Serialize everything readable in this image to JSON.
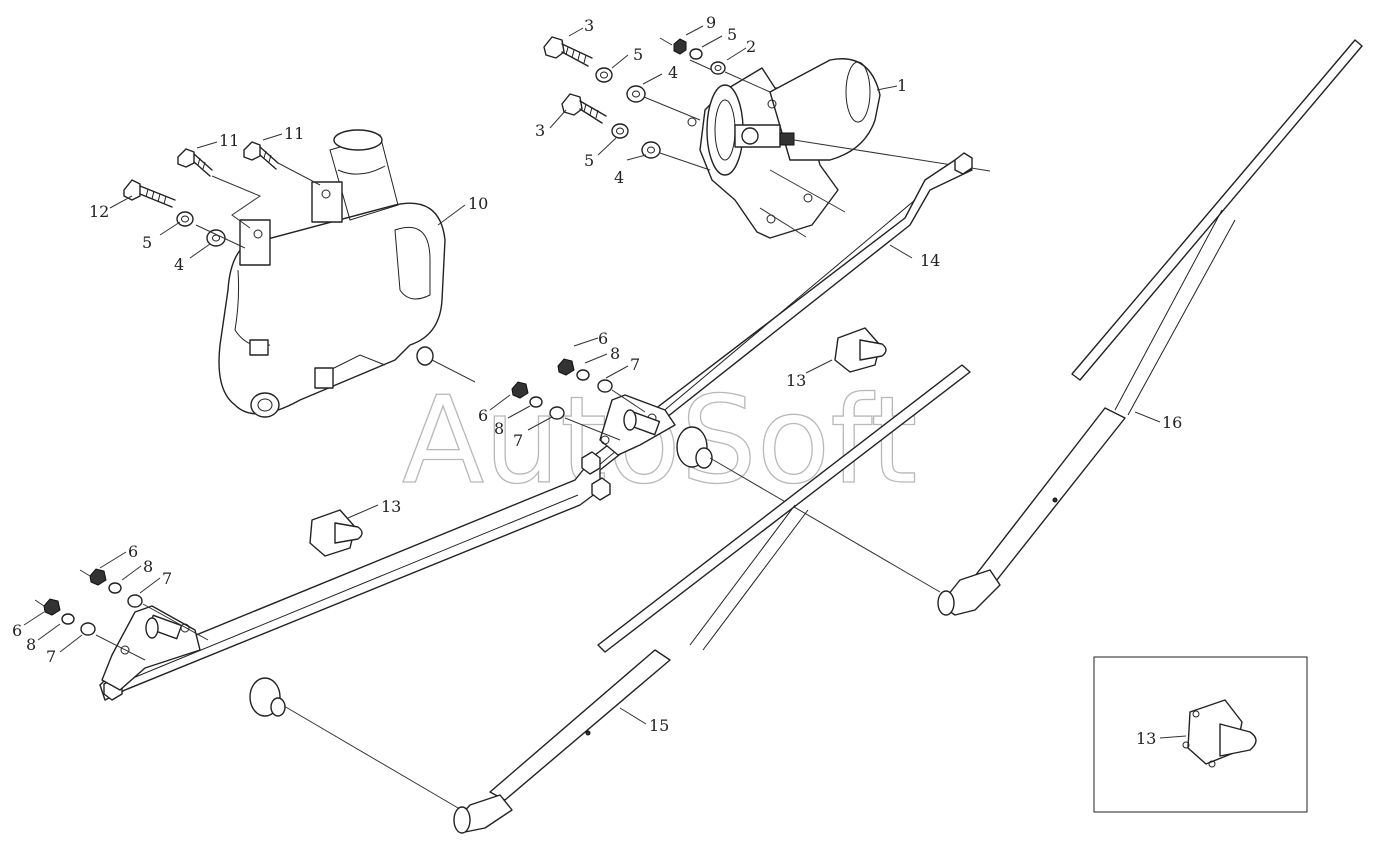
{
  "watermark": "AutoSoft",
  "callouts": [
    {
      "id": "c1",
      "label": "1"
    },
    {
      "id": "c2",
      "label": "2"
    },
    {
      "id": "c3a",
      "label": "3"
    },
    {
      "id": "c3b",
      "label": "3"
    },
    {
      "id": "c4a",
      "label": "4"
    },
    {
      "id": "c4b",
      "label": "4"
    },
    {
      "id": "c4c",
      "label": "4"
    },
    {
      "id": "c5a",
      "label": "5"
    },
    {
      "id": "c5b",
      "label": "5"
    },
    {
      "id": "c5c",
      "label": "5"
    },
    {
      "id": "c5d",
      "label": "5"
    },
    {
      "id": "c9",
      "label": "9"
    },
    {
      "id": "c10",
      "label": "10"
    },
    {
      "id": "c11a",
      "label": "11"
    },
    {
      "id": "c11b",
      "label": "11"
    },
    {
      "id": "c12",
      "label": "12"
    },
    {
      "id": "c14",
      "label": "14"
    },
    {
      "id": "c6a",
      "label": "6"
    },
    {
      "id": "c8a",
      "label": "8"
    },
    {
      "id": "c7a",
      "label": "7"
    },
    {
      "id": "c6b",
      "label": "6"
    },
    {
      "id": "c8b",
      "label": "8"
    },
    {
      "id": "c7b",
      "label": "7"
    },
    {
      "id": "c13a",
      "label": "13"
    },
    {
      "id": "c13b",
      "label": "13"
    },
    {
      "id": "c16",
      "label": "16"
    },
    {
      "id": "c6c",
      "label": "6"
    },
    {
      "id": "c8c",
      "label": "8"
    },
    {
      "id": "c7c",
      "label": "7"
    },
    {
      "id": "c6d",
      "label": "6"
    },
    {
      "id": "c8d",
      "label": "8"
    },
    {
      "id": "c7d",
      "label": "7"
    },
    {
      "id": "c15",
      "label": "15"
    },
    {
      "id": "c13c",
      "label": "13"
    }
  ]
}
